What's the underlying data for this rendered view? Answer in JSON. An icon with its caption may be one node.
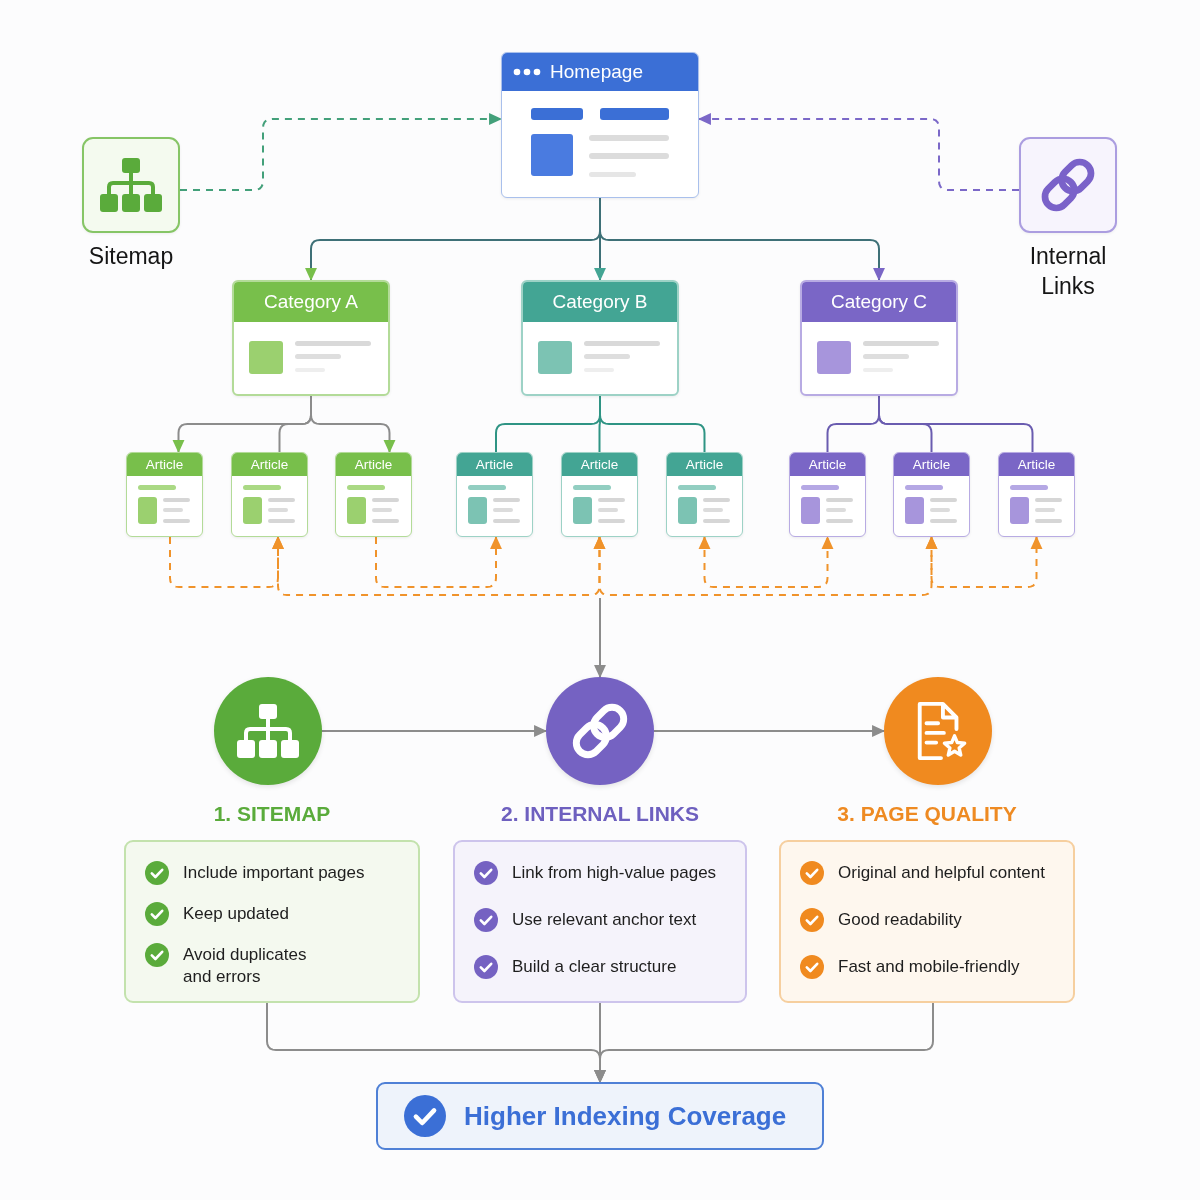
{
  "diagram": {
    "nodes": [
      {
        "text": [
          "Homepage"
        ]
      },
      {
        "text": [
          "Sitemap"
        ]
      },
      {
        "text": [
          "Internal Links"
        ]
      },
      {
        "text": [
          "Category A"
        ]
      },
      {
        "text": [
          "Category B"
        ]
      },
      {
        "text": [
          "Category C"
        ]
      },
      {
        "text": [
          "Article"
        ]
      },
      {
        "text": [
          "Article"
        ]
      },
      {
        "text": [
          "Article"
        ]
      },
      {
        "text": [
          "Article"
        ]
      },
      {
        "text": [
          "Article"
        ]
      },
      {
        "text": [
          "Article"
        ]
      },
      {
        "text": [
          "Article"
        ]
      },
      {
        "text": [
          "Article"
        ]
      },
      {
        "text": [
          "Article"
        ]
      },
      {
        "text": [],
        "shape": "circle"
      },
      {
        "text": [],
        "shape": "circle"
      },
      {
        "text": [],
        "shape": "circle"
      },
      {
        "text": [
          "1. SITEMAP",
          "Include important pages",
          "Keep updated",
          "Avoid duplicates and errors"
        ]
      },
      {
        "text": [
          "2. INTERNAL LINKS",
          "Link from high-value pages",
          "Use relevant anchor text",
          "Build a clear structure"
        ]
      },
      {
        "text": [
          "3. PAGE QUALITY",
          "Original and helpful content",
          "Good readability",
          "Fast and mobile-friendly"
        ]
      },
      {
        "text": [
          "Higher Indexing Coverage"
        ]
      }
    ],
    "edges": [
      {
        "from": 1,
        "to": 0,
        "arrow": "to",
        "style": "dashed",
        "color": "#43a07a"
      },
      {
        "from": 2,
        "to": 0,
        "arrow": "to",
        "style": "dashed",
        "color": "#7b68c8"
      },
      {
        "from": 0,
        "to": 3,
        "arrow": "to",
        "color": "#3e7077"
      },
      {
        "from": 0,
        "to": 4,
        "arrow": "to",
        "color": "#3e7077"
      },
      {
        "from": 0,
        "to": 5,
        "arrow": "to",
        "color": "#3e7077"
      },
      {
        "from": 3,
        "to": 6,
        "arrow": "to"
      },
      {
        "from": 3,
        "to": 7,
        "arrow": "none"
      },
      {
        "from": 3,
        "to": 8,
        "arrow": "to"
      },
      {
        "from": 4,
        "to": 9,
        "arrow": "none",
        "color": "#2f9484"
      },
      {
        "from": 4,
        "to": 10,
        "arrow": "none",
        "color": "#2f9484"
      },
      {
        "from": 4,
        "to": 11,
        "arrow": "none",
        "color": "#2f9484"
      },
      {
        "from": 5,
        "to": 12,
        "arrow": "none",
        "color": "#6a5cb0"
      },
      {
        "from": 5,
        "to": 13,
        "arrow": "none",
        "color": "#6a5cb0"
      },
      {
        "from": 5,
        "to": 14,
        "arrow": "none",
        "color": "#6a5cb0"
      },
      {
        "from": 6,
        "to": 7,
        "arrow": "to",
        "style": "dashed",
        "color": "#f0932b"
      },
      {
        "from": 8,
        "to": 9,
        "arrow": "to",
        "style": "dashed",
        "color": "#f0932b"
      },
      {
        "from": 10,
        "to": 7,
        "arrow": "both",
        "style": "dashed",
        "color": "#f0932b"
      },
      {
        "from": 10,
        "to": 13,
        "arrow": "both",
        "style": "dashed",
        "color": "#f0932b"
      },
      {
        "from": 11,
        "to": 12,
        "arrow": "both",
        "style": "dashed",
        "color": "#f0932b"
      },
      {
        "from": 13,
        "to": 14,
        "arrow": "both",
        "style": "dashed",
        "color": "#f0932b"
      },
      {
        "from": null,
        "to": 16,
        "arrow": "to"
      },
      {
        "from": 15,
        "to": 16,
        "arrow": "to"
      },
      {
        "from": 16,
        "to": 17,
        "arrow": "to"
      },
      {
        "from": 18,
        "to": 21,
        "arrow": "to"
      },
      {
        "from": 19,
        "to": 21,
        "arrow": "to"
      },
      {
        "from": 20,
        "to": 21,
        "arrow": "to"
      }
    ]
  }
}
